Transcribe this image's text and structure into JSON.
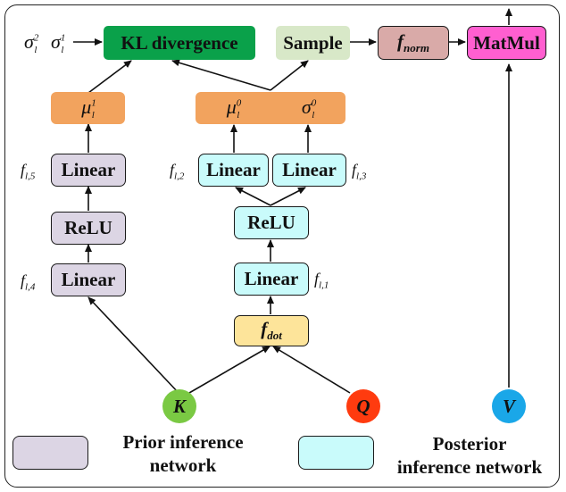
{
  "diagram": {
    "nodes": {
      "kl": "KL divergence",
      "sample": "Sample",
      "f_norm": "f",
      "f_norm_sub": "norm",
      "matmul": "MatMul",
      "prior_linear_top": "Linear",
      "prior_relu": "ReLU",
      "prior_linear_bottom": "Linear",
      "post_linear_left": "Linear",
      "post_linear_right": "Linear",
      "post_relu": "ReLU",
      "post_linear_bottom": "Linear",
      "f_dot": "f",
      "f_dot_sub": "dot"
    },
    "symbols": {
      "sigma2": "σ",
      "sigma2_sup": "2",
      "sigma2_sub": "l",
      "sigma1": "σ",
      "sigma1_sup": "1",
      "sigma1_sub": "l",
      "mu_prior": "μ",
      "mu_prior_sup": "1",
      "mu_prior_sub": "l",
      "mu_post": "μ",
      "mu_post_sup": "0",
      "mu_post_sub": "l",
      "sigma_post": "σ",
      "sigma_post_sup": "0",
      "sigma_post_sub": "l"
    },
    "function_labels": {
      "f5": "f",
      "f5_sub": "l,5",
      "f4": "f",
      "f4_sub": "l,4",
      "f2": "f",
      "f2_sub": "l,2",
      "f3": "f",
      "f3_sub": "l,3",
      "f1": "f",
      "f1_sub": "l,1"
    },
    "inputs": {
      "k": "K",
      "q": "Q",
      "v": "V"
    },
    "legend": {
      "prior_line1": "Prior inference",
      "prior_line2": "network",
      "posterior_line1": "Posterior",
      "posterior_line2": "inference network"
    },
    "colors": {
      "kl": "#0aa14a",
      "sample": "#d8e8c8",
      "f_norm": "#d9aaa8",
      "matmul": "#ff5fd0",
      "output": "#f2a35e",
      "prior": "#dcd5e4",
      "posterior": "#c9fbfb",
      "f_dot": "#fde49a",
      "k": "#7ac943",
      "q": "#ff3b0f",
      "v": "#1aa7e8"
    }
  }
}
